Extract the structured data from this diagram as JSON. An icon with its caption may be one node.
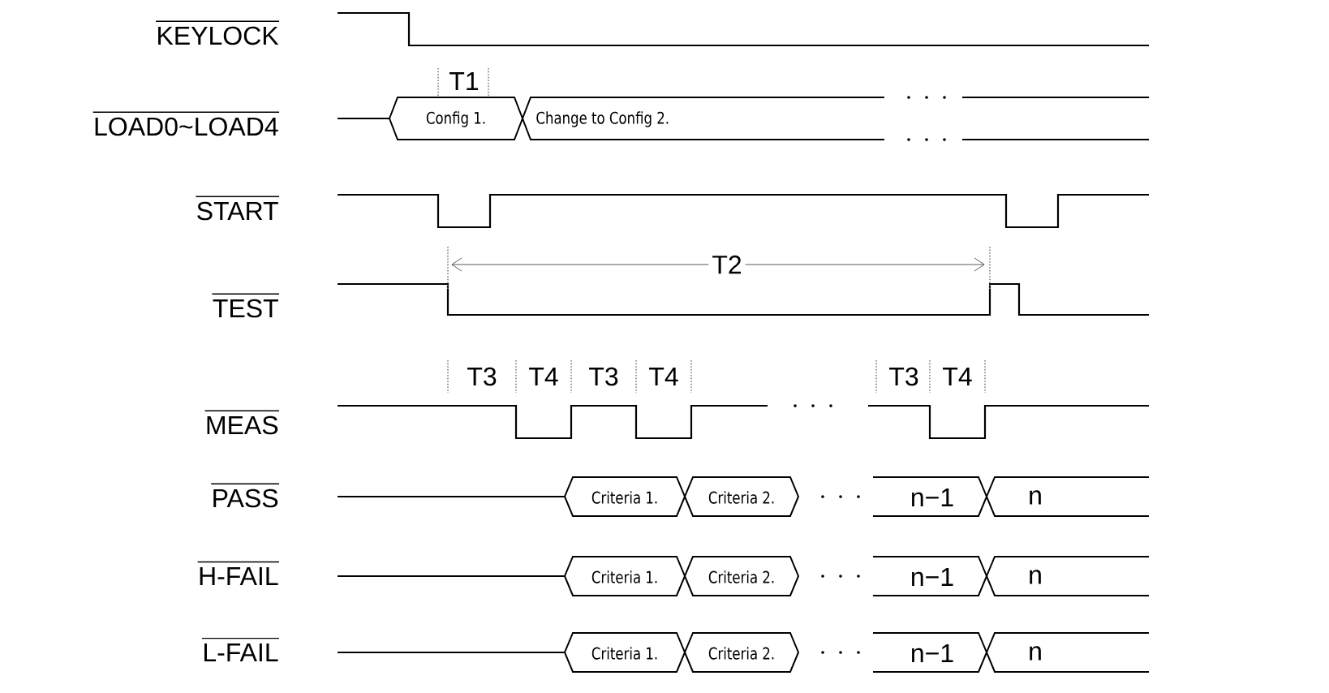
{
  "diagram": {
    "nodes": [
      {
        "text": [
          "Config 1."
        ]
      },
      {
        "text": [
          "Change to Config 2."
        ]
      },
      {
        "text": [
          "Criteria 1."
        ]
      },
      {
        "text": [
          "Criteria 2."
        ]
      },
      {
        "text": [
          "n−1"
        ]
      },
      {
        "text": [
          "n"
        ]
      },
      {
        "text": [
          "Criteria 1."
        ]
      },
      {
        "text": [
          "Criteria 2."
        ]
      },
      {
        "text": [
          "n−1"
        ]
      },
      {
        "text": [
          "n"
        ]
      },
      {
        "text": [
          "Criteria 1."
        ]
      },
      {
        "text": [
          "Criteria 2."
        ]
      },
      {
        "text": [
          "n−1"
        ]
      },
      {
        "text": [
          "n"
        ]
      }
    ],
    "labels": [
      "KEYLOCK",
      "LOAD0~LOAD4",
      "T1",
      "START",
      "T2",
      "TEST",
      "T3",
      "T4",
      "T3",
      "T4",
      "T3",
      "T4",
      "MEAS",
      "PASS",
      "H-FAIL",
      "L-FAIL"
    ]
  }
}
